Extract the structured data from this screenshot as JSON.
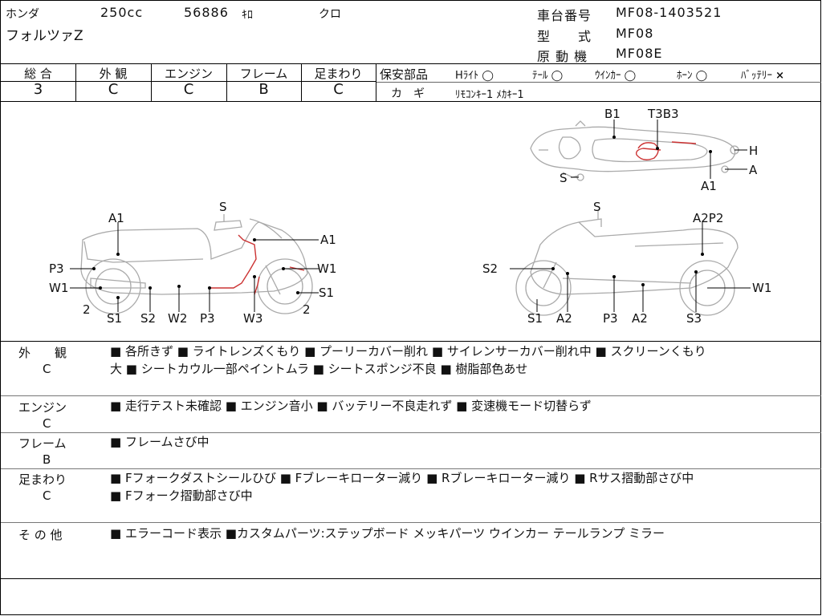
{
  "header": {
    "maker": "ホンダ",
    "displacement": "250cc",
    "mileage": "56886",
    "mileage_unit": "ｷﾛ",
    "color": "クロ",
    "model_name": "フォルツァZ",
    "frame_no_label": "車台番号",
    "frame_no": "MF08-1403521",
    "type_label": "型　　式",
    "type": "MF08",
    "engine_label": "原 動 機",
    "engine": "MF08E"
  },
  "grades": [
    {
      "label": "総 合",
      "value": "3"
    },
    {
      "label": "外 観",
      "value": "C"
    },
    {
      "label": "エンジン",
      "value": "C"
    },
    {
      "label": "フレーム",
      "value": "B"
    },
    {
      "label": "足まわり",
      "value": "C"
    }
  ],
  "safety": {
    "label": "保安部品",
    "items": [
      {
        "name": "Hﾗｲﾄ",
        "mark": "◯"
      },
      {
        "name": "ﾃｰﾙ",
        "mark": "◯"
      },
      {
        "name": "ｳｲﾝｶｰ",
        "mark": "◯"
      },
      {
        "name": "ﾎｰﾝ",
        "mark": "◯"
      },
      {
        "name": "ﾊﾞｯﾃﾘｰ",
        "mark": "×"
      }
    ],
    "key_label": "カ　ギ",
    "key_value": "ﾘﾓｺﾝｷｰ1 ﾒｶｷｰ1"
  },
  "diagram": {
    "top": [
      "B1",
      "T3B3",
      "H",
      "A",
      "S",
      "A1"
    ],
    "left": [
      "A1",
      "S",
      "A1",
      "P3",
      "W1",
      "W1",
      "S1",
      "2",
      "S1",
      "S2",
      "W2",
      "P3",
      "W3",
      "2"
    ],
    "right": [
      "S",
      "A2P2",
      "S2",
      "W1",
      "S1",
      "A2",
      "P3",
      "A2",
      "S3"
    ]
  },
  "sections": [
    {
      "title": "外　　観",
      "grade": "C",
      "lines": [
        "■ 各所きず ■ ライトレンズくもり ■ プーリーカバー削れ ■ サイレンサーカバー削れ中 ■ スクリーンくもり",
        "大 ■ シートカウル一部ペイントムラ ■ シートスポンジ不良 ■ 樹脂部色あせ"
      ]
    },
    {
      "title": "エンジン",
      "grade": "C",
      "lines": [
        "■ 走行テスト未確認 ■ エンジン音小 ■ バッテリー不良走れず ■ 変速機モード切替らず"
      ]
    },
    {
      "title": "フレーム",
      "grade": "B",
      "lines": [
        "■ フレームさび中"
      ]
    },
    {
      "title": "足まわり",
      "grade": "C",
      "lines": [
        "■ Fフォークダストシールひび ■ Fブレーキローター減り ■ Rブレーキローター減り ■ Rサス摺動部さび中",
        "■ Fフォーク摺動部さび中"
      ]
    },
    {
      "title": "そ の 他",
      "grade": "",
      "lines": [
        "■ エラーコード表示 ■カスタムパーツ:ステップボード メッキパーツ ウインカー テールランプ ミラー"
      ]
    }
  ]
}
